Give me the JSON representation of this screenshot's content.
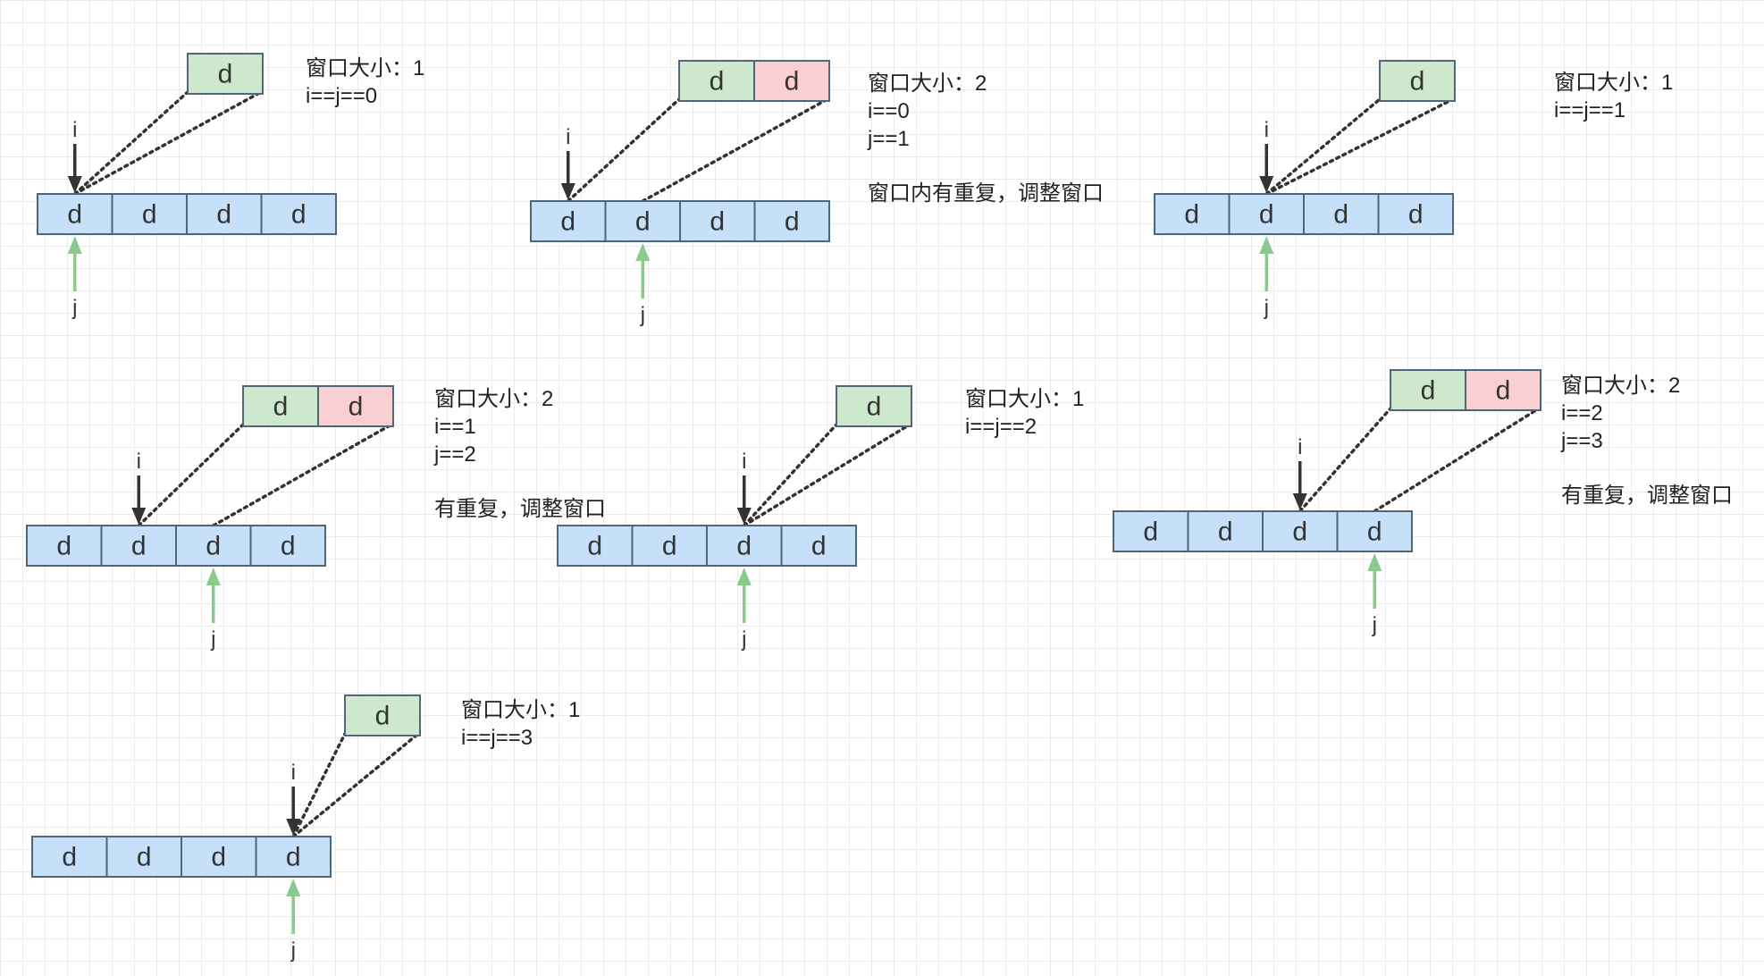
{
  "colors": {
    "array_cell": "#c5e0f8",
    "array_border": "#4f6677",
    "window_first": "#cde8cc",
    "window_second": "#f9cfd1",
    "pointer_i": "#333333",
    "pointer_j": "#8bc98f",
    "grid": "#ebebeb"
  },
  "steps": [
    {
      "id": "step1",
      "array": [
        "d",
        "d",
        "d",
        "d"
      ],
      "i": 0,
      "j": 0,
      "window": [
        "d"
      ],
      "pointer_i_label": "i",
      "pointer_j_label": "j",
      "notes": [
        "窗口大小：1",
        "i==j==0"
      ],
      "remark": ""
    },
    {
      "id": "step2",
      "array": [
        "d",
        "d",
        "d",
        "d"
      ],
      "i": 0,
      "j": 1,
      "window": [
        "d",
        "d"
      ],
      "pointer_i_label": "i",
      "pointer_j_label": "j",
      "notes": [
        "窗口大小：2",
        "i==0",
        "j==1"
      ],
      "remark": "窗口内有重复，调整窗口"
    },
    {
      "id": "step3",
      "array": [
        "d",
        "d",
        "d",
        "d"
      ],
      "i": 1,
      "j": 1,
      "window": [
        "d"
      ],
      "pointer_i_label": "i",
      "pointer_j_label": "j",
      "notes": [
        "窗口大小：1",
        "i==j==1"
      ],
      "remark": ""
    },
    {
      "id": "step4",
      "array": [
        "d",
        "d",
        "d",
        "d"
      ],
      "i": 1,
      "j": 2,
      "window": [
        "d",
        "d"
      ],
      "pointer_i_label": "i",
      "pointer_j_label": "j",
      "notes": [
        "窗口大小：2",
        "i==1",
        "j==2"
      ],
      "remark": "有重复，调整窗口"
    },
    {
      "id": "step5",
      "array": [
        "d",
        "d",
        "d",
        "d"
      ],
      "i": 2,
      "j": 2,
      "window": [
        "d"
      ],
      "pointer_i_label": "i",
      "pointer_j_label": "j",
      "notes": [
        "窗口大小：1",
        "i==j==2"
      ],
      "remark": ""
    },
    {
      "id": "step6",
      "array": [
        "d",
        "d",
        "d",
        "d"
      ],
      "i": 2,
      "j": 3,
      "window": [
        "d",
        "d"
      ],
      "pointer_i_label": "i",
      "pointer_j_label": "j",
      "notes": [
        "窗口大小：2",
        "i==2",
        "j==3"
      ],
      "remark": "有重复，调整窗口"
    },
    {
      "id": "step7",
      "array": [
        "d",
        "d",
        "d",
        "d"
      ],
      "i": 3,
      "j": 3,
      "window": [
        "d"
      ],
      "pointer_i_label": "i",
      "pointer_j_label": "j",
      "notes": [
        "窗口大小：1",
        "i==j==3"
      ],
      "remark": ""
    }
  ]
}
